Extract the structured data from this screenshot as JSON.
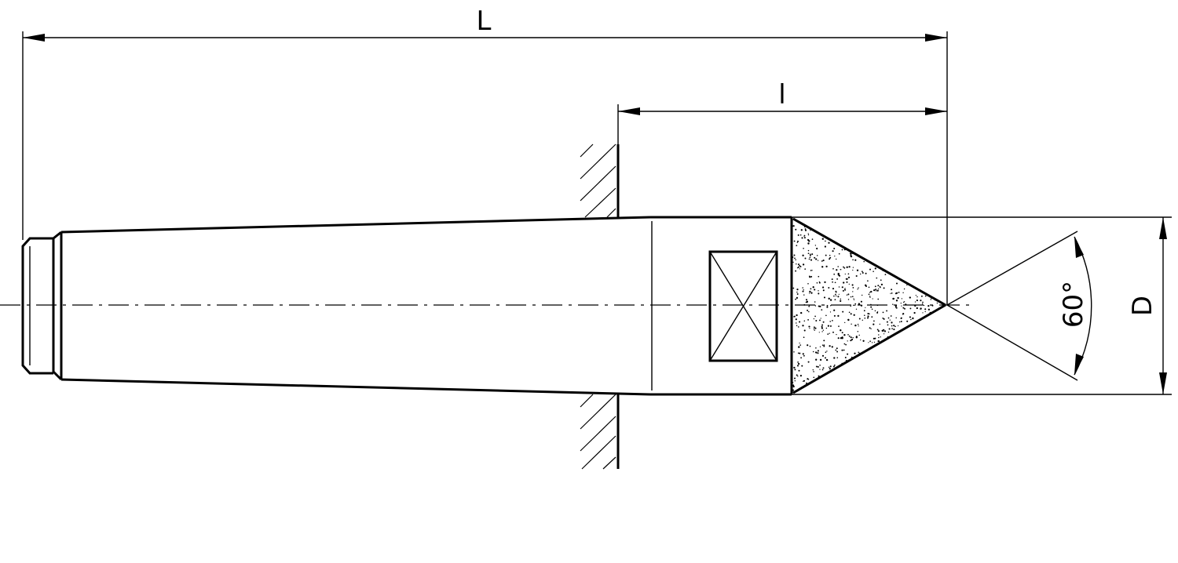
{
  "dimensions": {
    "overall_length_label": "L",
    "tip_length_label": "l",
    "diameter_label": "D",
    "angle_label": "60°"
  }
}
